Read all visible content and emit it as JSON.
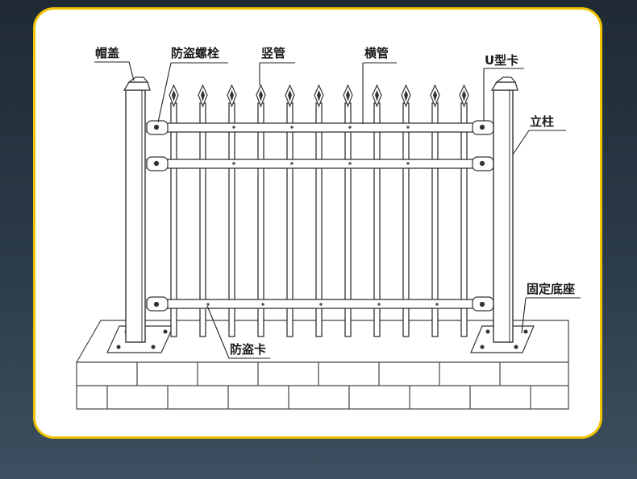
{
  "diagram": {
    "labels": {
      "cap": "帽盖",
      "anti_theft_bolt": "防盗螺栓",
      "vertical_pipe": "竖管",
      "horizontal_pipe": "横管",
      "u_clip": "U型卡",
      "post": "立柱",
      "fixed_base": "固定底座",
      "anti_theft_clip": "防盗卡"
    }
  }
}
